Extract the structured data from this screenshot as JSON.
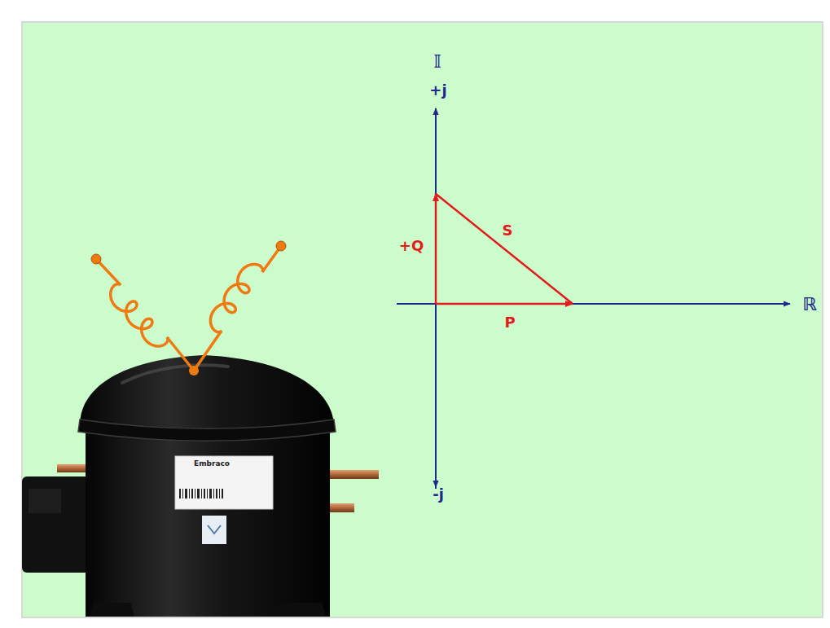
{
  "diagram": {
    "labels": [
      "𝕀",
      "+j",
      "-j",
      "ℝ",
      "+Q",
      "S",
      "P",
      "Embraco"
    ]
  }
}
